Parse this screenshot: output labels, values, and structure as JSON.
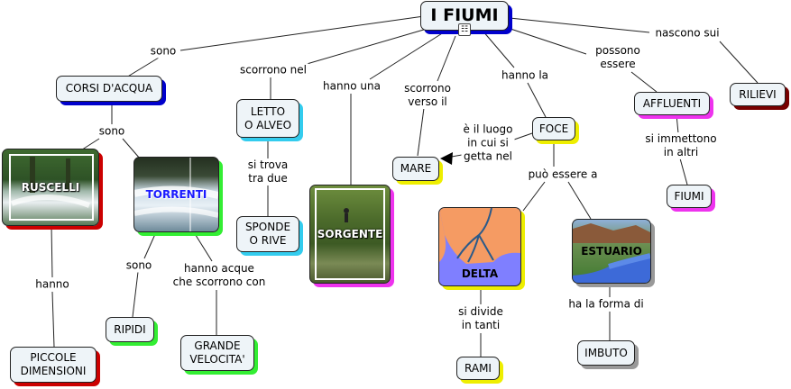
{
  "title": "I FIUMI",
  "colors": {
    "red": "#cc0000",
    "blue": "#0000cc",
    "green": "#33ee33",
    "cyan": "#33ccee",
    "magenta": "#ee33ee",
    "yellow": "#eeee00",
    "gray": "#999999",
    "darkred": "#770000"
  },
  "nodes": {
    "corsi": "CORSI D'ACQUA",
    "ruscelli": "RUSCELLI",
    "torrenti": "TORRENTI",
    "letto": "LETTO\nO ALVEO",
    "sponde": "SPONDE\nO RIVE",
    "sorgente": "SORGENTE",
    "mare": "MARE",
    "foce": "FOCE",
    "delta": "DELTA",
    "estuario": "ESTUARIO",
    "affluenti": "AFFLUENTI",
    "fiumi": "FIUMI",
    "rilievi": "RILIEVI",
    "ripidi": "RIPIDI",
    "grande_velocita": "GRANDE\nVELOCITA'",
    "piccole": "PICCOLE\nDIMENSIONI",
    "rami": "RAMI",
    "imbuto": "IMBUTO"
  },
  "links": {
    "sono1": "sono",
    "scorrono_nel": "scorrono nel",
    "hanno_una": "hanno una",
    "scorrono_verso": "scorrono\nverso il",
    "hanno_la": "hanno la",
    "possono_essere": "possono\nessere",
    "nascono_sui": "nascono sui",
    "sono2": "sono",
    "si_trova": "si trova\ntra due",
    "e_il_luogo": "è il luogo\nin cui si\ngetta nel",
    "puo_essere": "può essere a",
    "si_immettono": "si immettono\nin altri",
    "hanno": "hanno",
    "sono3": "sono",
    "hanno_acque": "hanno acque\nche scorrono con",
    "si_divide": "si divide\nin tanti",
    "ha_la_forma": "ha la forma di"
  },
  "icons": {
    "map": "sitemap-icon"
  }
}
